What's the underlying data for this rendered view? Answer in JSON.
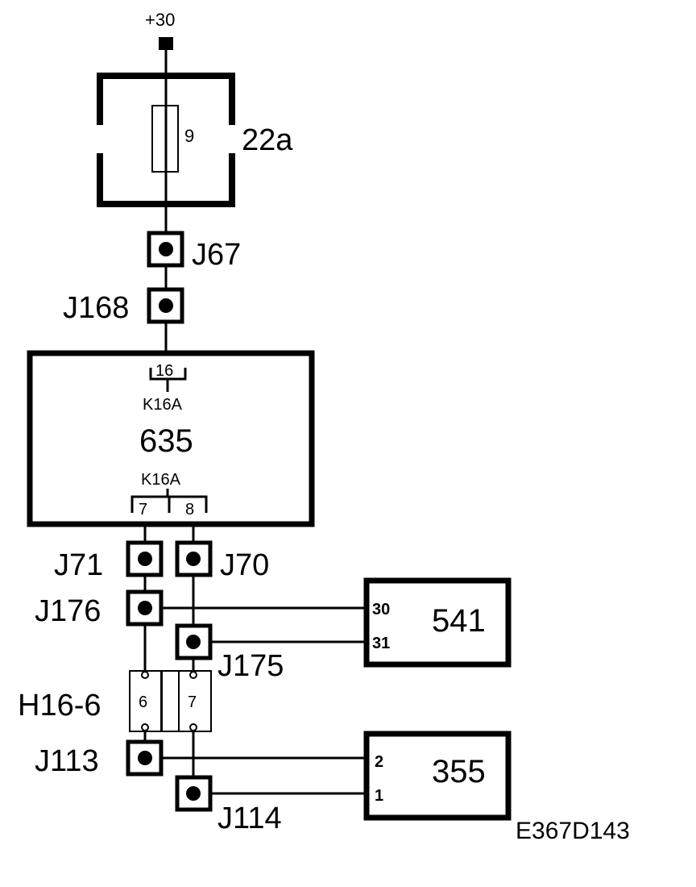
{
  "supply": {
    "label": "+30"
  },
  "fuse_box": {
    "id": "22a",
    "fuse_number": "9"
  },
  "connectors": {
    "j67": "J67",
    "j168": "J168",
    "j71": "J71",
    "j70": "J70",
    "j176": "J176",
    "j175": "J175",
    "j113": "J113",
    "j114": "J114"
  },
  "module_635": {
    "id": "635",
    "connector_top": "K16A",
    "pin_top": "16",
    "connector_bottom": "K16A",
    "pin_left": "7",
    "pin_right": "8"
  },
  "connector_h16": {
    "id": "H16-6",
    "pin_left": "6",
    "pin_right": "7"
  },
  "module_541": {
    "id": "541",
    "pin_a": "30",
    "pin_b": "31"
  },
  "module_355": {
    "id": "355",
    "pin_a": "2",
    "pin_b": "1"
  },
  "figure_code": "E367D143"
}
